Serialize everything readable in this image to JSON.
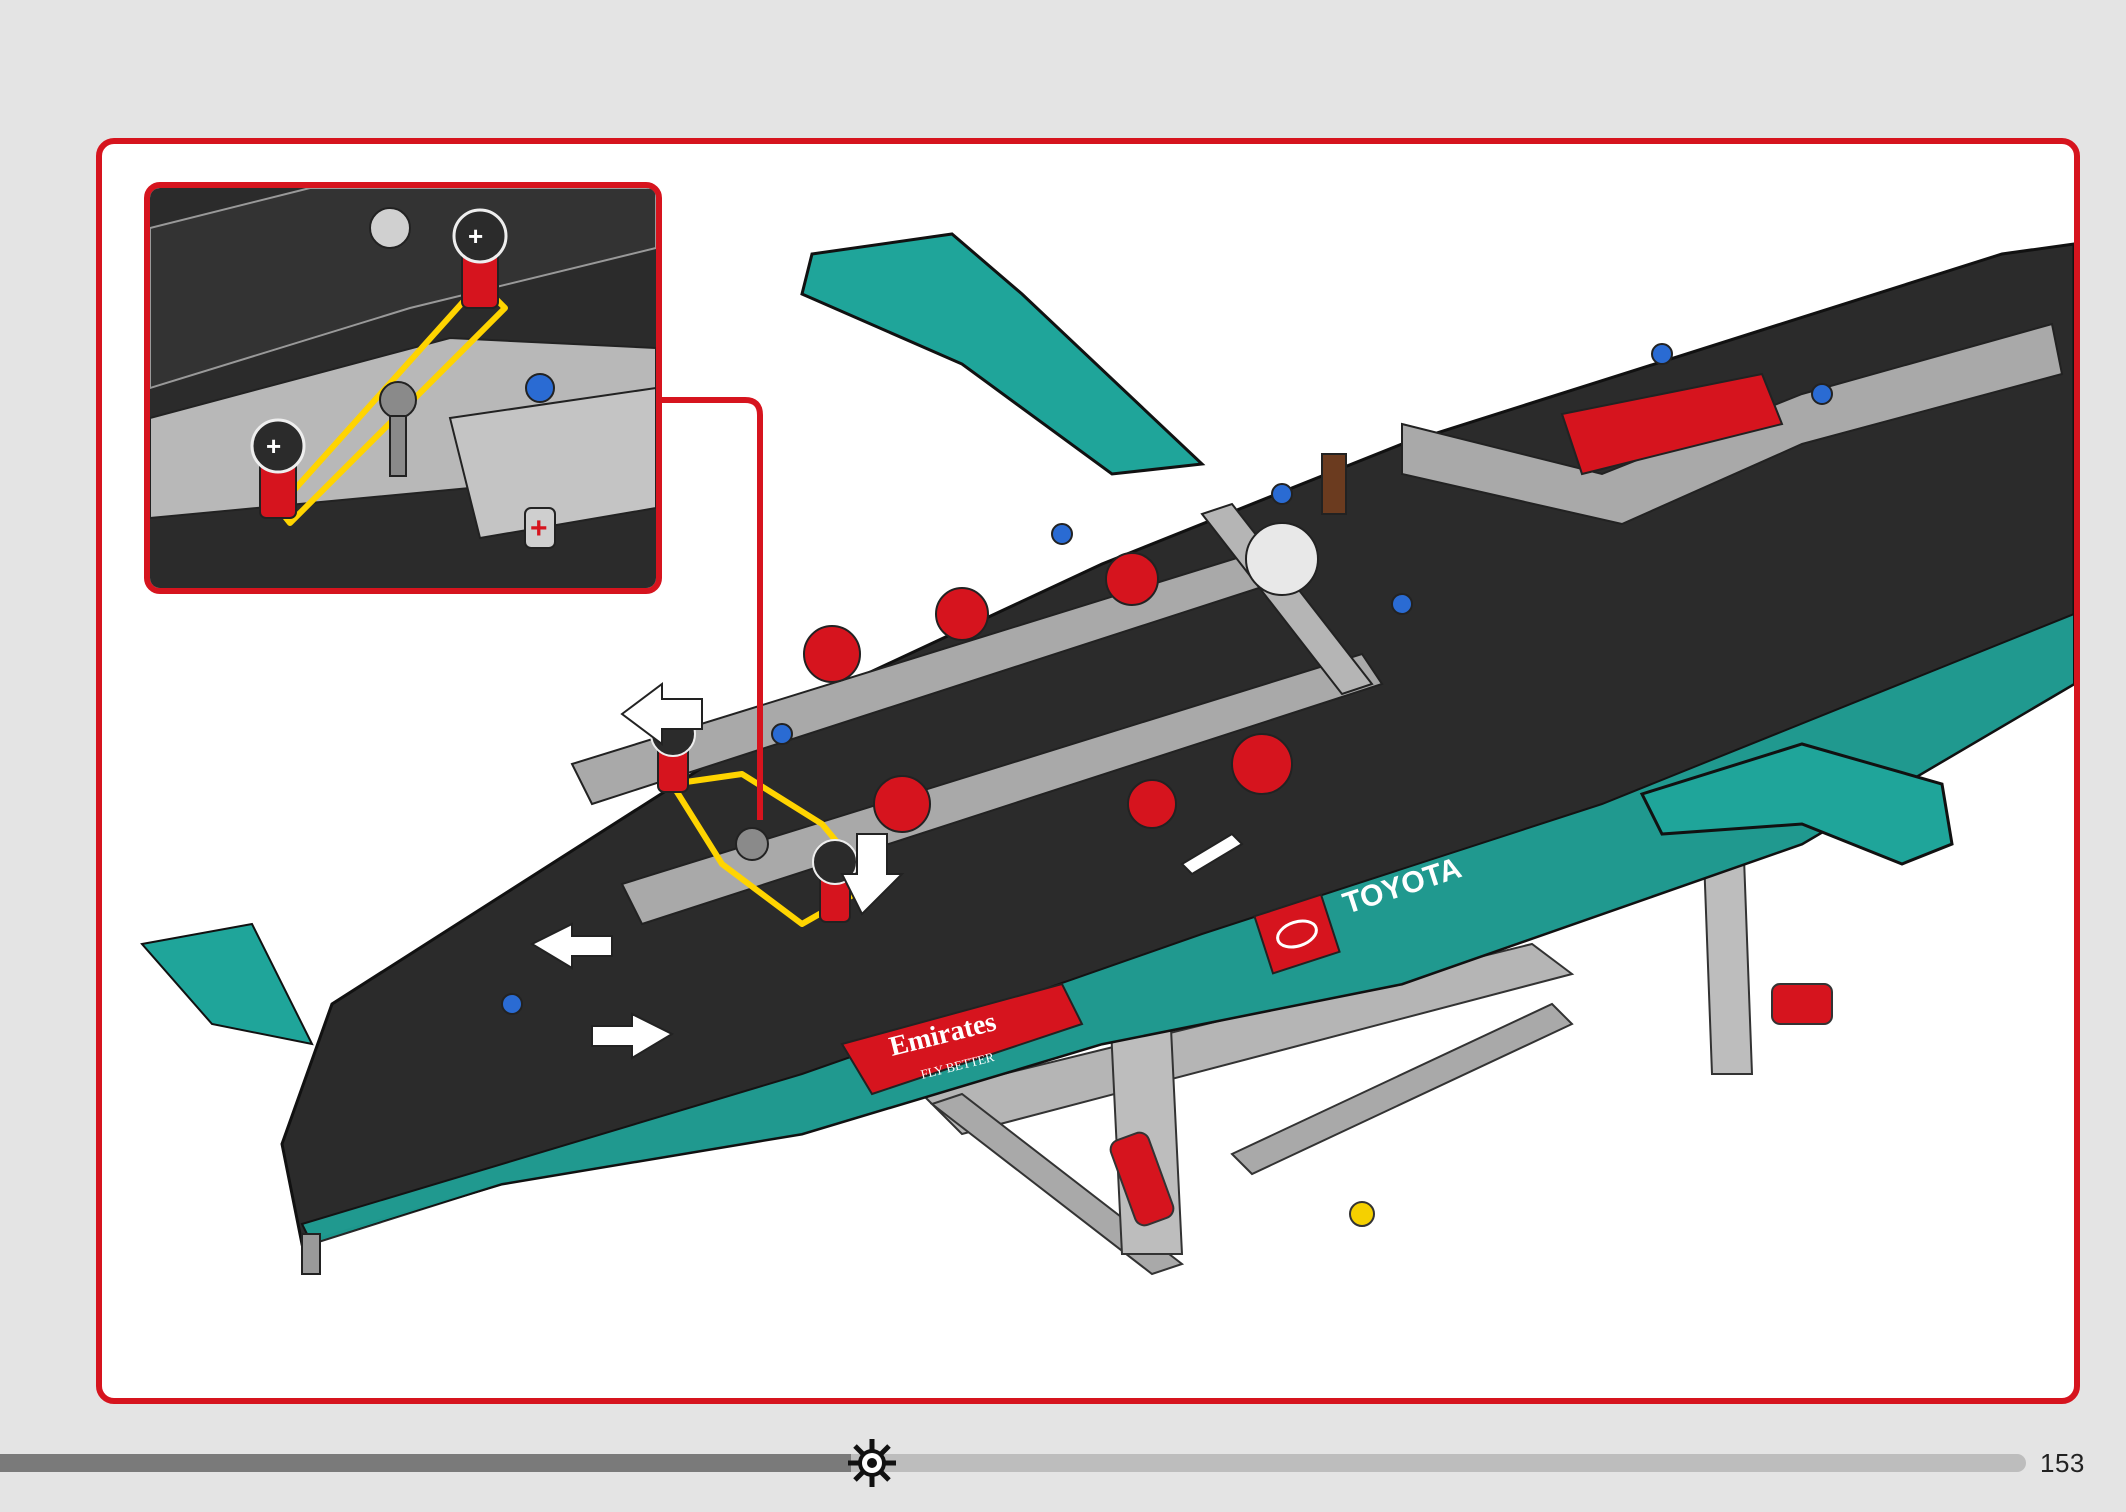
{
  "page": {
    "number": "153",
    "progress_percent": 42
  },
  "decals": {
    "sponsor_main": "Emirates",
    "sponsor_tagline": "FLY BETTER",
    "brand_side": "TOYOTA"
  },
  "icons": {
    "progress_marker": "gear-icon",
    "rotate_arrows": "rotate-arrow-icon",
    "push_arrows": "arrow-icon",
    "callout_connector": "callout-line"
  },
  "colors": {
    "frame_red": "#d6141e",
    "hull_dark": "#2b2b2b",
    "teal": "#1fa59a",
    "beam_gray": "#a9a9a9",
    "highlight_yellow": "#ffd400",
    "red_part": "#d6141e",
    "blue_pin": "#2a6bd3"
  }
}
